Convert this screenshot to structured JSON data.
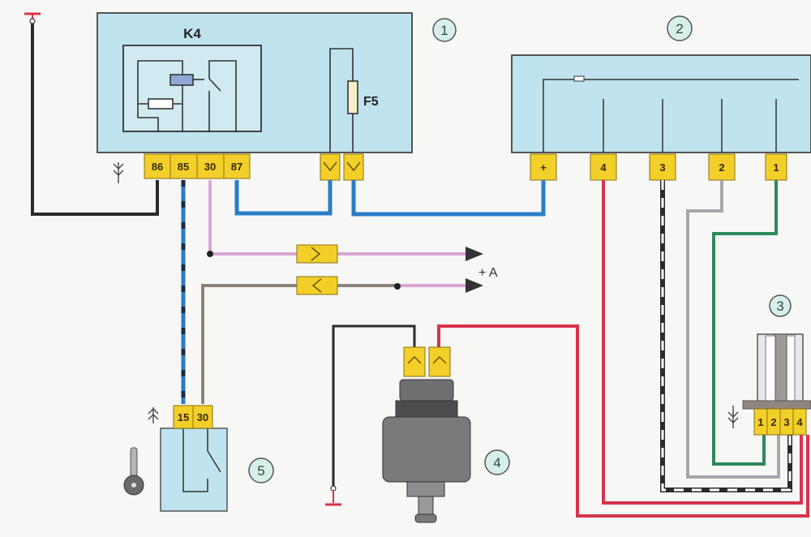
{
  "diagram": {
    "type": "electrical wiring diagram",
    "components": [
      {
        "id": "1",
        "label": "K4",
        "description": "relay block with relay K4 and fuse F5",
        "fuse_label": "F5",
        "relay_pins": [
          "86",
          "85",
          "30",
          "87"
        ]
      },
      {
        "id": "2",
        "description": "control unit",
        "pins": [
          "+",
          "4",
          "3",
          "2",
          "1"
        ]
      },
      {
        "id": "3",
        "description": "sensor connector",
        "pins": [
          "1",
          "2",
          "3",
          "4"
        ]
      },
      {
        "id": "4",
        "description": "solenoid valve"
      },
      {
        "id": "5",
        "description": "ignition switch",
        "pins": [
          "15",
          "30"
        ]
      }
    ],
    "output_label": "+ A",
    "wire_colors": {
      "black": "#2b2b2b",
      "blue": "#2a7cc7",
      "pink": "#d9a6d6",
      "grey_brown": "#8c8478",
      "red": "#d8334a",
      "grey": "#a8a8ac",
      "green": "#2e8a5a",
      "white_black": "#2b2b2b"
    },
    "colors": {
      "panel": "#bfe3ef",
      "connector": "#f3cf2a",
      "marker_circle": "#d7efe9",
      "ground": "#d8334a"
    }
  }
}
